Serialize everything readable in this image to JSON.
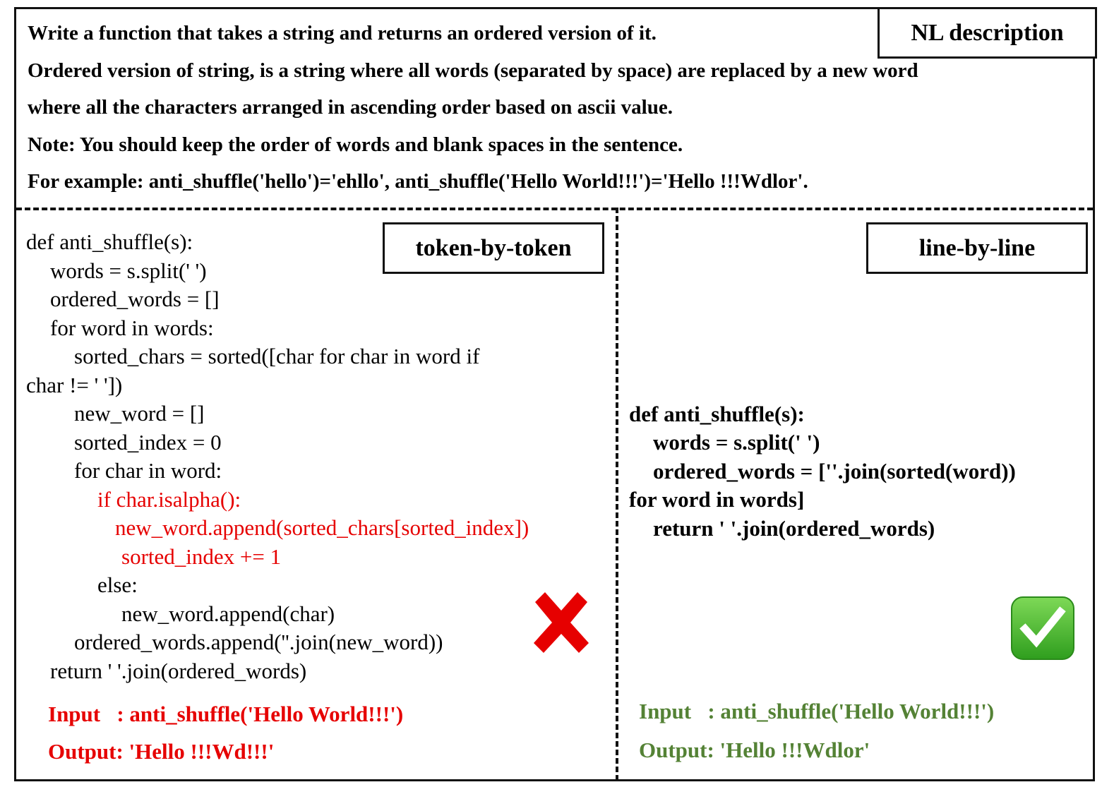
{
  "nl_description": {
    "label": "NL description",
    "lines": [
      "Write a function that takes a string and returns an ordered version of it.",
      "Ordered version of string, is a string where all words (separated by space) are replaced by a new word",
      "where all the characters arranged in ascending order based on ascii value.",
      "Note: You should keep the order of words and blank spaces in the sentence.",
      "For example: anti_shuffle('hello')='ehllo', anti_shuffle('Hello World!!!')='Hello !!!Wdlor'."
    ]
  },
  "token_by_token": {
    "label": "token-by-token",
    "code_lines": [
      "def anti_shuffle(s):",
      "words = s.split(' ')",
      "ordered_words = []",
      "for word in words:",
      "sorted_chars = sorted([char for char in word if",
      "char != ' '])",
      "new_word = []",
      "sorted_index = 0",
      "for char in word:",
      "if char.isalpha():",
      "new_word.append(sorted_chars[sorted_index])",
      "sorted_index += 1",
      "else:",
      "new_word.append(char)",
      "ordered_words.append(''.join(new_word))",
      "return ' '.join(ordered_words)"
    ],
    "input": "Input   : anti_shuffle('Hello World!!!')",
    "output": "Output: 'Hello !!!Wd!!!'",
    "result_icon": "cross-mark-icon",
    "result_color": "#e60000"
  },
  "line_by_line": {
    "label": "line-by-line",
    "code_lines": [
      "def anti_shuffle(s):",
      "words = s.split(' ')",
      "ordered_words = [''.join(sorted(word))",
      "for word in words]",
      "return ' '.join(ordered_words)"
    ],
    "input": "Input   : anti_shuffle('Hello World!!!')",
    "output": "Output: 'Hello !!!Wdlor'",
    "result_icon": "check-mark-icon",
    "result_color": "#548235"
  }
}
